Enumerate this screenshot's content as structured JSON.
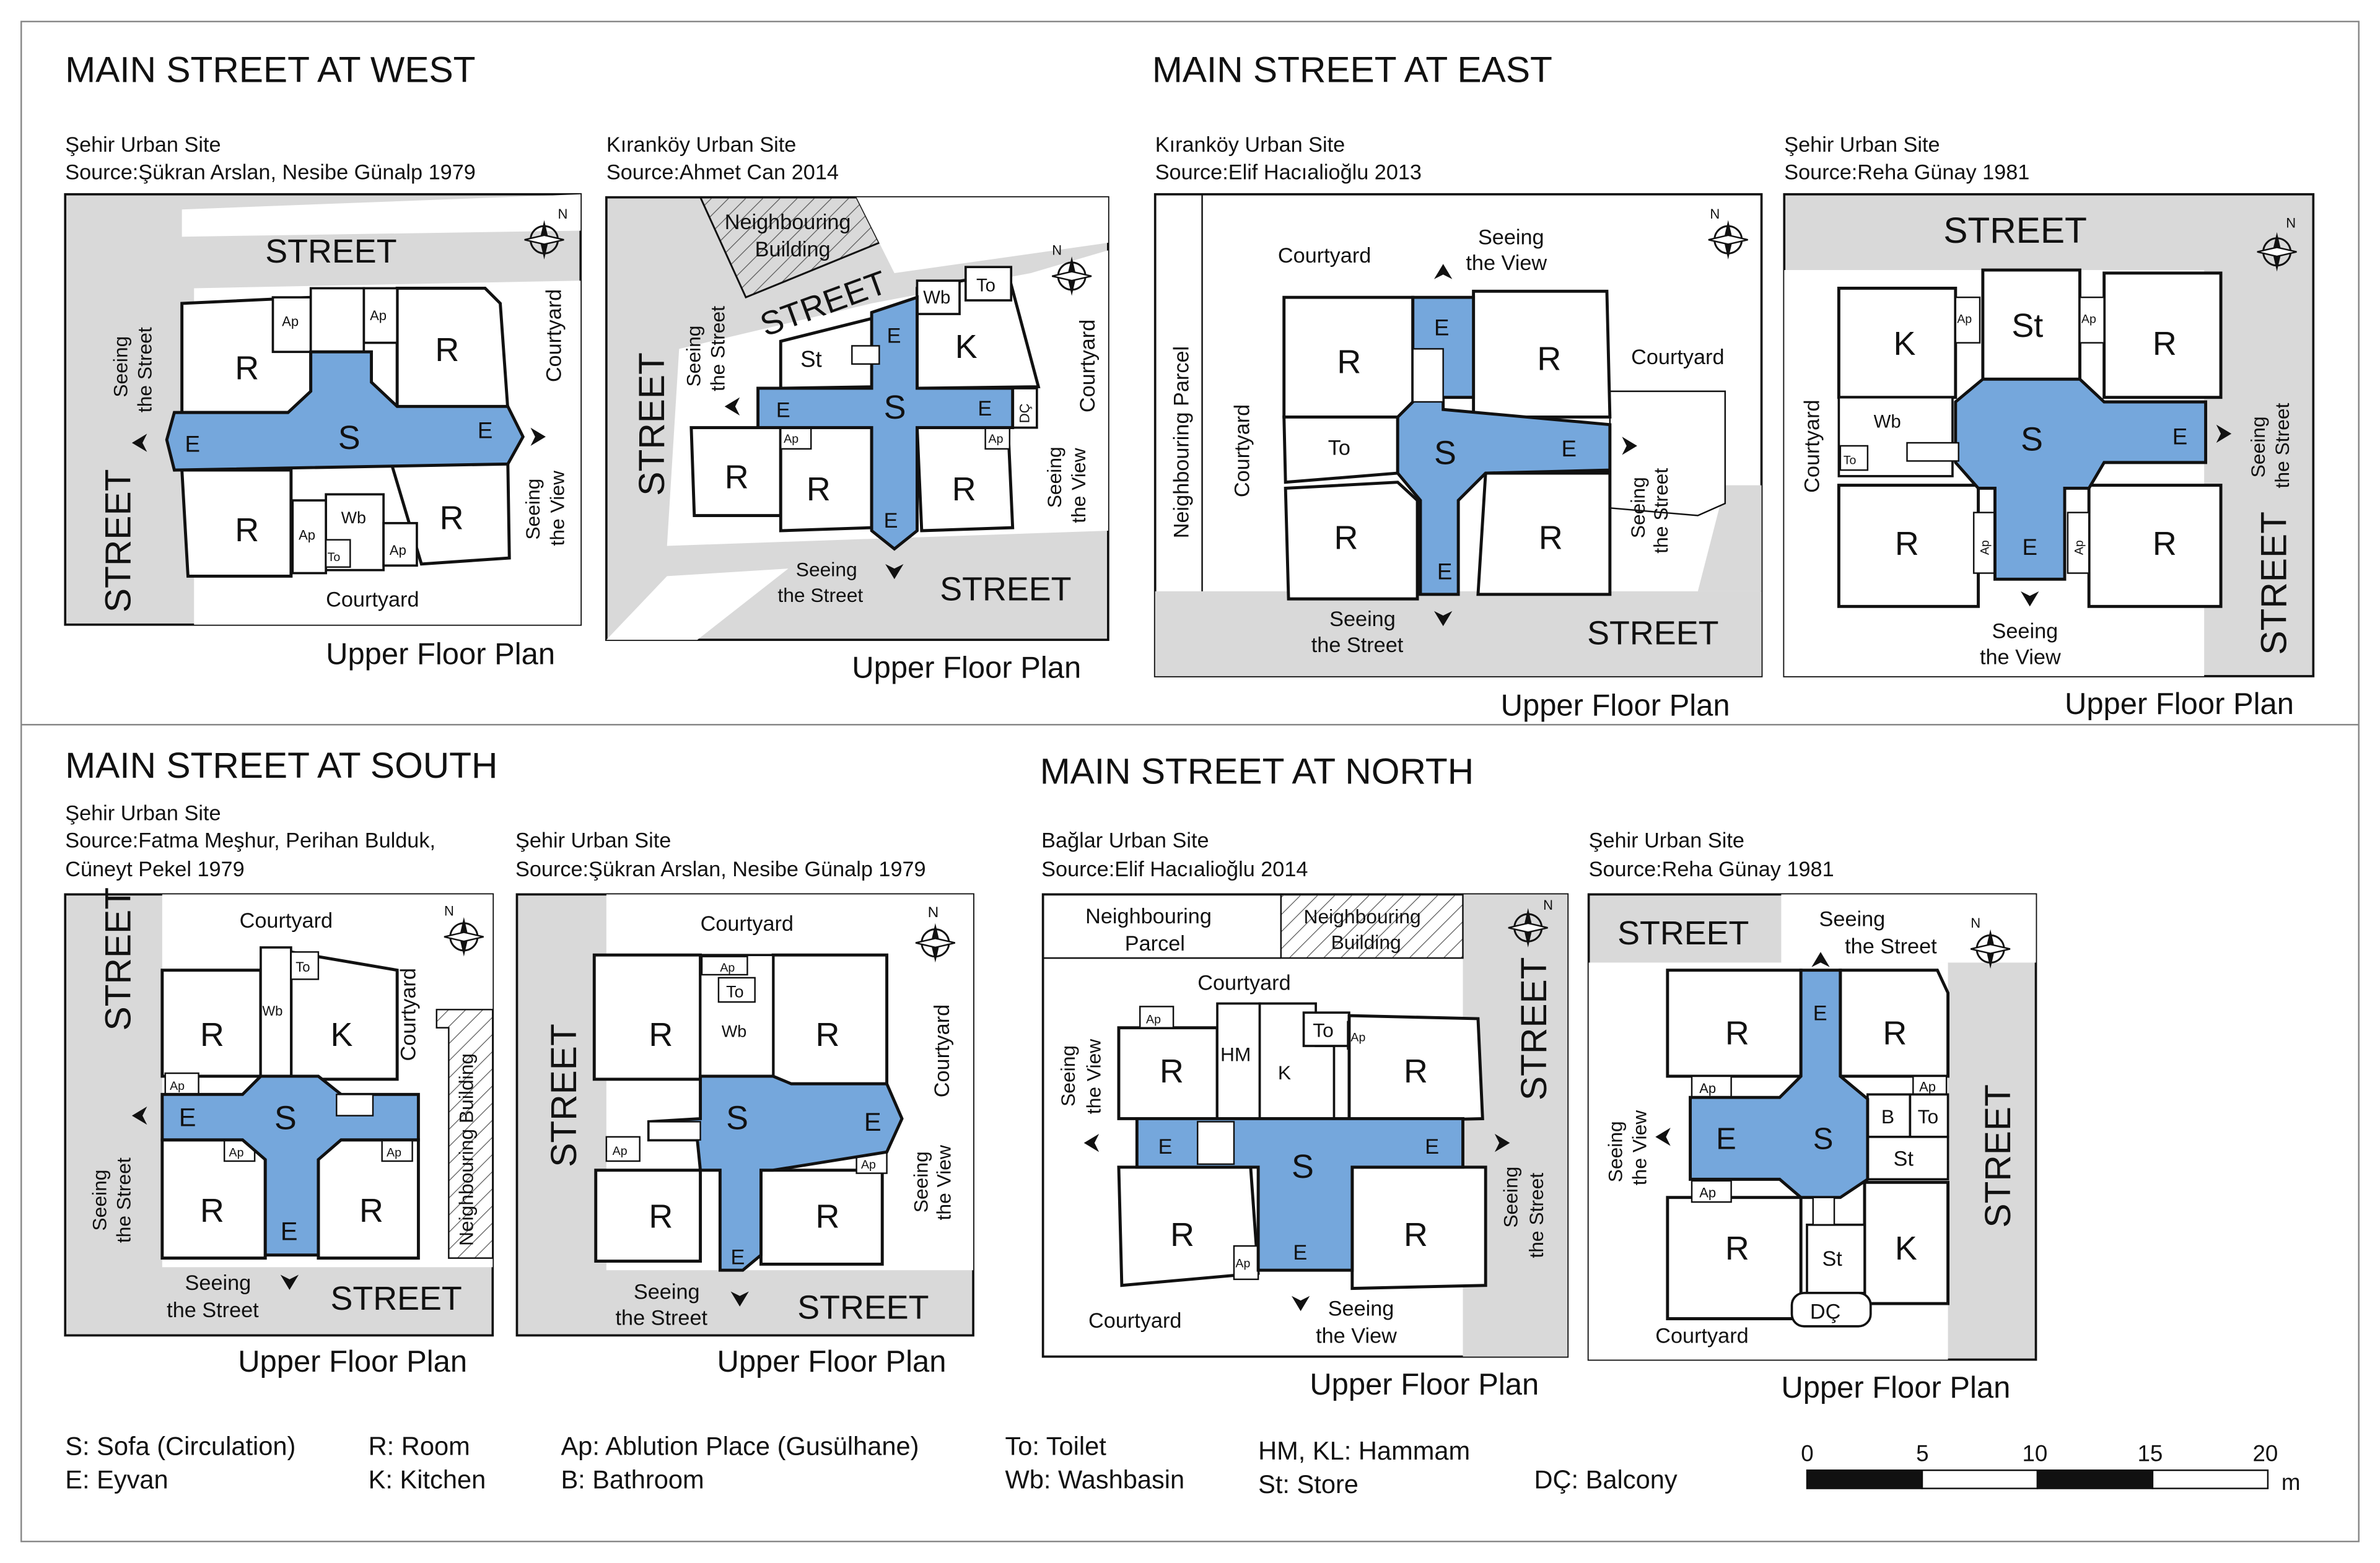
{
  "sections": [
    {
      "title": "MAIN STREET AT WEST"
    },
    {
      "title": "MAIN STREET AT EAST"
    },
    {
      "title": "MAIN STREET AT SOUTH"
    },
    {
      "title": "MAIN STREET AT NORTH"
    }
  ],
  "common": {
    "upper_floor_plan": "Upper Floor Plan",
    "street": "STREET",
    "courtyard": "Courtyard",
    "seeing_the": "Seeing",
    "the_street": "the Street",
    "the_view": "the View",
    "neighbouring": "Neighbouring",
    "building": "Building",
    "parcel": "Parcel",
    "neighbouring_building": "Neighbouring Building",
    "neighbouring_parcel": "Neighbouring Parcel",
    "north": "N"
  },
  "plans": [
    {
      "site": "Şehir Urban Site",
      "source": "Source:Şükran Arslan, Nesibe Günalp  1979"
    },
    {
      "site": "Kıranköy Urban Site",
      "source": "Source:Ahmet Can  2014"
    },
    {
      "site": "Kıranköy Urban Site",
      "source": "Source:Elif Hacıalioğlu  2013"
    },
    {
      "site": "Şehir Urban Site",
      "source": "Source:Reha Günay  1981"
    },
    {
      "site": "Şehir Urban Site",
      "source": "Source:Fatma Meşhur, Perihan Bulduk,",
      "source2": "Cüneyt Pekel  1979"
    },
    {
      "site": "Şehir Urban Site",
      "source": "Source:Şükran Arslan, Nesibe Günalp  1979"
    },
    {
      "site": "Bağlar Urban Site",
      "source": "Source:Elif Hacıalioğlu  2014"
    },
    {
      "site": "Şehir Urban Site",
      "source": "Source:Reha Günay  1981"
    }
  ],
  "rooms": {
    "S": "S",
    "E": "E",
    "R": "R",
    "K": "K",
    "St": "St",
    "Ap": "Ap",
    "To": "To",
    "Wb": "Wb",
    "B": "B",
    "HM": "HM",
    "KL": "K",
    "DC": "DÇ"
  },
  "legend": {
    "s": "S: Sofa (Circulation)",
    "e": "E: Eyvan",
    "r": "R: Room",
    "k": "K: Kitchen",
    "ap": "Ap: Ablution Place (Gusülhane)",
    "b": "B: Bathroom",
    "to": "To: Toilet",
    "wb": "Wb: Washbasin",
    "hm": "HM, KL: Hammam",
    "st": "St: Store",
    "dc": "DÇ: Balcony"
  },
  "scale": {
    "ticks": [
      "0",
      "5",
      "10",
      "15",
      "20"
    ],
    "unit": "m"
  },
  "colors": {
    "sofa": "#75a7dc",
    "shade": "#d9d9d9",
    "wall": "#111111"
  }
}
